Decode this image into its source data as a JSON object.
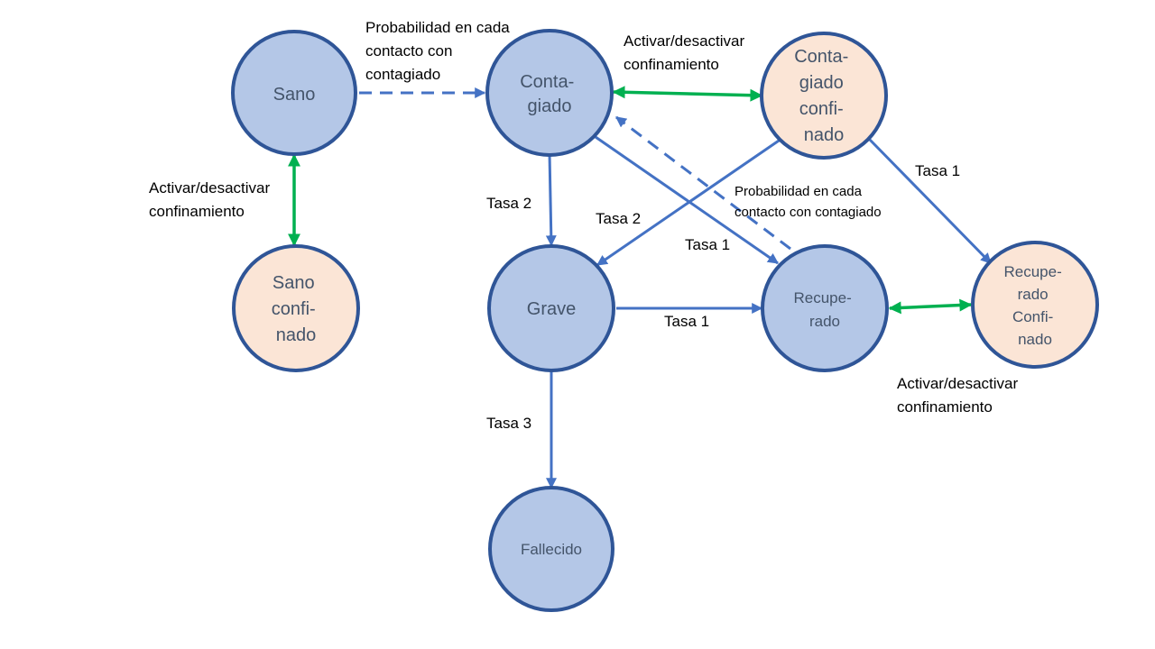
{
  "colors": {
    "healthy_fill": "#b4c7e7",
    "confined_fill": "#fbe5d6",
    "node_border": "#2f5597",
    "node_text": "#44546a",
    "transition_arrow": "#4472c4",
    "toggle_arrow": "#00b050"
  },
  "nodes": {
    "sano": {
      "lines": [
        "Sano"
      ]
    },
    "contagiado": {
      "lines": [
        "Conta-",
        "giado"
      ]
    },
    "contagiado_confinado": {
      "lines": [
        "Conta-",
        "giado",
        "confi-",
        "nado"
      ]
    },
    "sano_confinado": {
      "lines": [
        "Sano",
        "confi-",
        "nado"
      ]
    },
    "grave": {
      "lines": [
        "Grave"
      ]
    },
    "recuperado": {
      "lines": [
        "Recupe-",
        "rado"
      ]
    },
    "recuperado_confinado": {
      "lines": [
        "Recupe-",
        "rado",
        "Confi-",
        "nado"
      ]
    },
    "fallecido": {
      "lines": [
        "Fallecido"
      ]
    }
  },
  "labels": {
    "prob_contact_top": [
      "Probabilidad en cada",
      "contacto con",
      "contagiado"
    ],
    "toggle_top": [
      "Activar/desactivar",
      "confinamiento"
    ],
    "toggle_left": [
      "Activar/desactivar",
      "confinamiento"
    ],
    "toggle_right": [
      "Activar/desactivar",
      "confinamiento"
    ],
    "prob_contact_mid": [
      "Probabilidad en cada",
      "contacto con contagiado"
    ],
    "tasa1_right": "Tasa 1",
    "tasa2_left": "Tasa 2",
    "tasa2_mid": "Tasa 2",
    "tasa1_mid": "Tasa 1",
    "tasa1_bottom": "Tasa 1",
    "tasa3": "Tasa 3"
  }
}
